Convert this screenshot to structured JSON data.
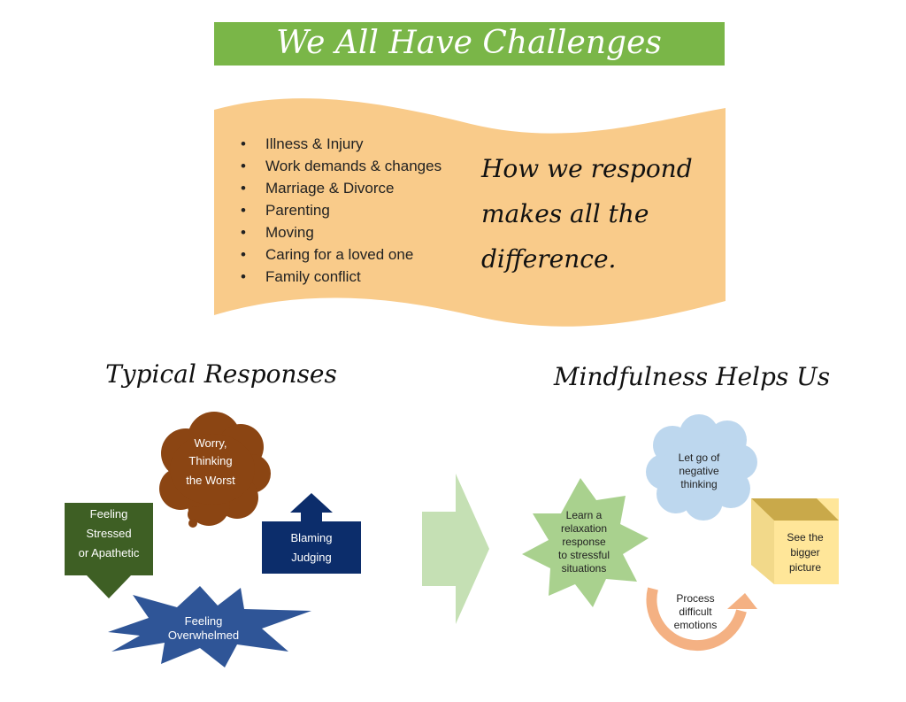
{
  "title": "We All Have Challenges",
  "challenges": {
    "items": [
      "Illness & Injury",
      "Work demands & changes",
      "Marriage & Divorce",
      "Parenting",
      "Moving",
      "Caring for a loved one",
      "Family conflict"
    ],
    "message_lines": [
      "How we respond",
      "makes all the",
      "difference."
    ]
  },
  "typical": {
    "heading": "Typical Responses",
    "worry": [
      "Worry,",
      "Thinking",
      "the Worst"
    ],
    "stressed": [
      "Feeling",
      "Stressed",
      "or Apathetic"
    ],
    "blaming": [
      "Blaming",
      "Judging"
    ],
    "overwhelmed": [
      "Feeling",
      "Overwhelmed"
    ]
  },
  "mindful": {
    "heading": "Mindfulness Helps Us",
    "relaxation": [
      "Learn a",
      "relaxation",
      "response",
      "to stressful",
      "situations"
    ],
    "let_go": [
      "Let go of",
      "negative",
      "thinking"
    ],
    "bigger_picture": [
      "See the",
      "bigger",
      "picture"
    ],
    "process": [
      "Process",
      "difficult",
      "emotions"
    ]
  },
  "colors": {
    "title_bg": "#7ab648",
    "banner": "#f9cb8a",
    "worry": "#8b4513",
    "stressed": "#3e5f24",
    "blaming": "#0c2d6b",
    "overwhelmed": "#2f5597",
    "arrow": "#c5e0b4",
    "relaxation": "#a9d18e",
    "let_go": "#bdd7ee",
    "bigger_picture": "#ffe699",
    "process": "#f4b183"
  }
}
